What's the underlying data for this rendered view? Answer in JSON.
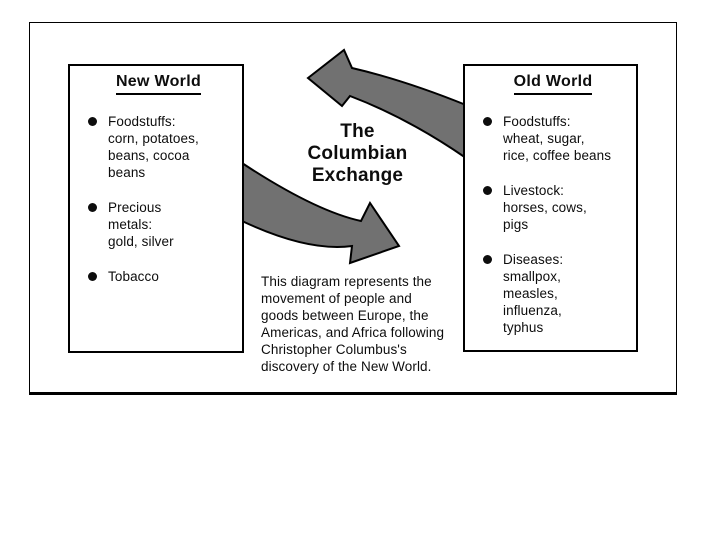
{
  "diagram": {
    "title_lines": [
      "The",
      "Columbian",
      "Exchange"
    ],
    "caption_lines": [
      "This diagram represents the",
      "movement of people and",
      "goods between Europe, the",
      "Americas, and Africa following",
      "Christopher Columbus's",
      "discovery of the New World."
    ],
    "arrow_color": "#717171",
    "arrow_outline": "#000000",
    "new_world": {
      "heading": "New World",
      "items": [
        {
          "lines": [
            "Foodstuffs:",
            "corn, potatoes,",
            "beans, cocoa",
            "beans"
          ]
        },
        {
          "lines": [
            "Precious",
            "metals:",
            "gold, silver"
          ]
        },
        {
          "lines": [
            "Tobacco"
          ]
        }
      ]
    },
    "old_world": {
      "heading": "Old World",
      "items": [
        {
          "lines": [
            "Foodstuffs:",
            "wheat, sugar,",
            "rice, coffee beans"
          ]
        },
        {
          "lines": [
            "Livestock:",
            "horses, cows,",
            "pigs"
          ]
        },
        {
          "lines": [
            "Diseases:",
            "smallpox,",
            "measles,",
            "influenza,",
            "typhus"
          ]
        }
      ]
    }
  }
}
